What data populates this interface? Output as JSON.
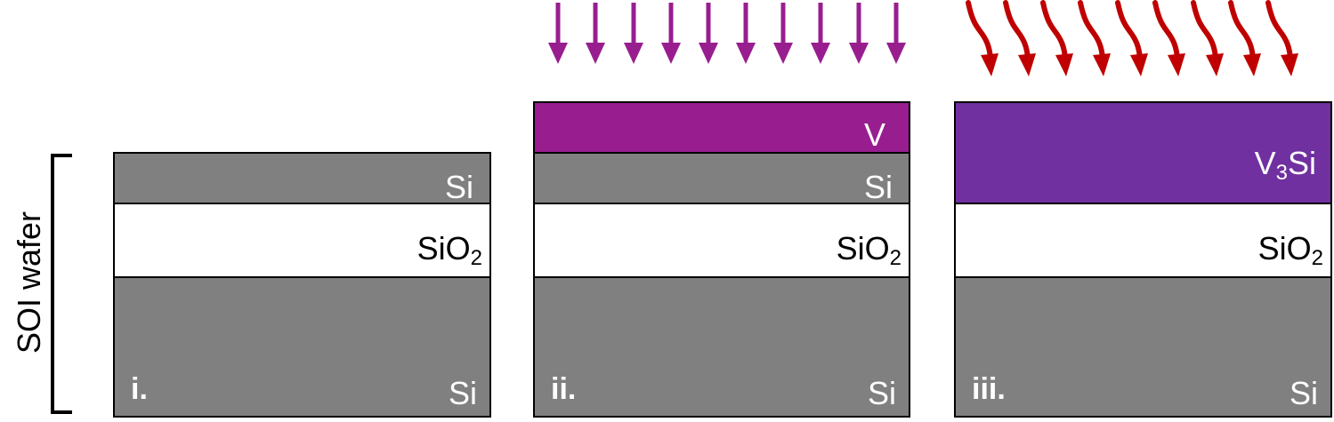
{
  "side_label": "SOI wafer",
  "colors": {
    "silicon": "#808080",
    "oxide": "#ffffff",
    "vanadium": "#981e8f",
    "v3si": "#7030a0",
    "deposition_arrow": "#981e8f",
    "anneal_arrow": "#c00000"
  },
  "icons": {
    "deposition": "straight-down-arrow-icon",
    "anneal": "wavy-down-arrow-icon"
  },
  "panels": [
    {
      "step": "i.",
      "layers": {
        "top_si": {
          "label": "Si"
        },
        "oxide": {
          "label": "SiO",
          "sub": "2"
        },
        "substrate": {
          "label": "Si"
        }
      }
    },
    {
      "step": "ii.",
      "layers": {
        "metal": {
          "label": "V"
        },
        "top_si": {
          "label": "Si"
        },
        "oxide": {
          "label": "SiO",
          "sub": "2"
        },
        "substrate": {
          "label": "Si"
        }
      }
    },
    {
      "step": "iii.",
      "layers": {
        "silicide": {
          "label": "V",
          "sub": "3",
          "suffix": "Si"
        },
        "oxide": {
          "label": "SiO",
          "sub": "2"
        },
        "substrate": {
          "label": "Si"
        }
      }
    }
  ]
}
